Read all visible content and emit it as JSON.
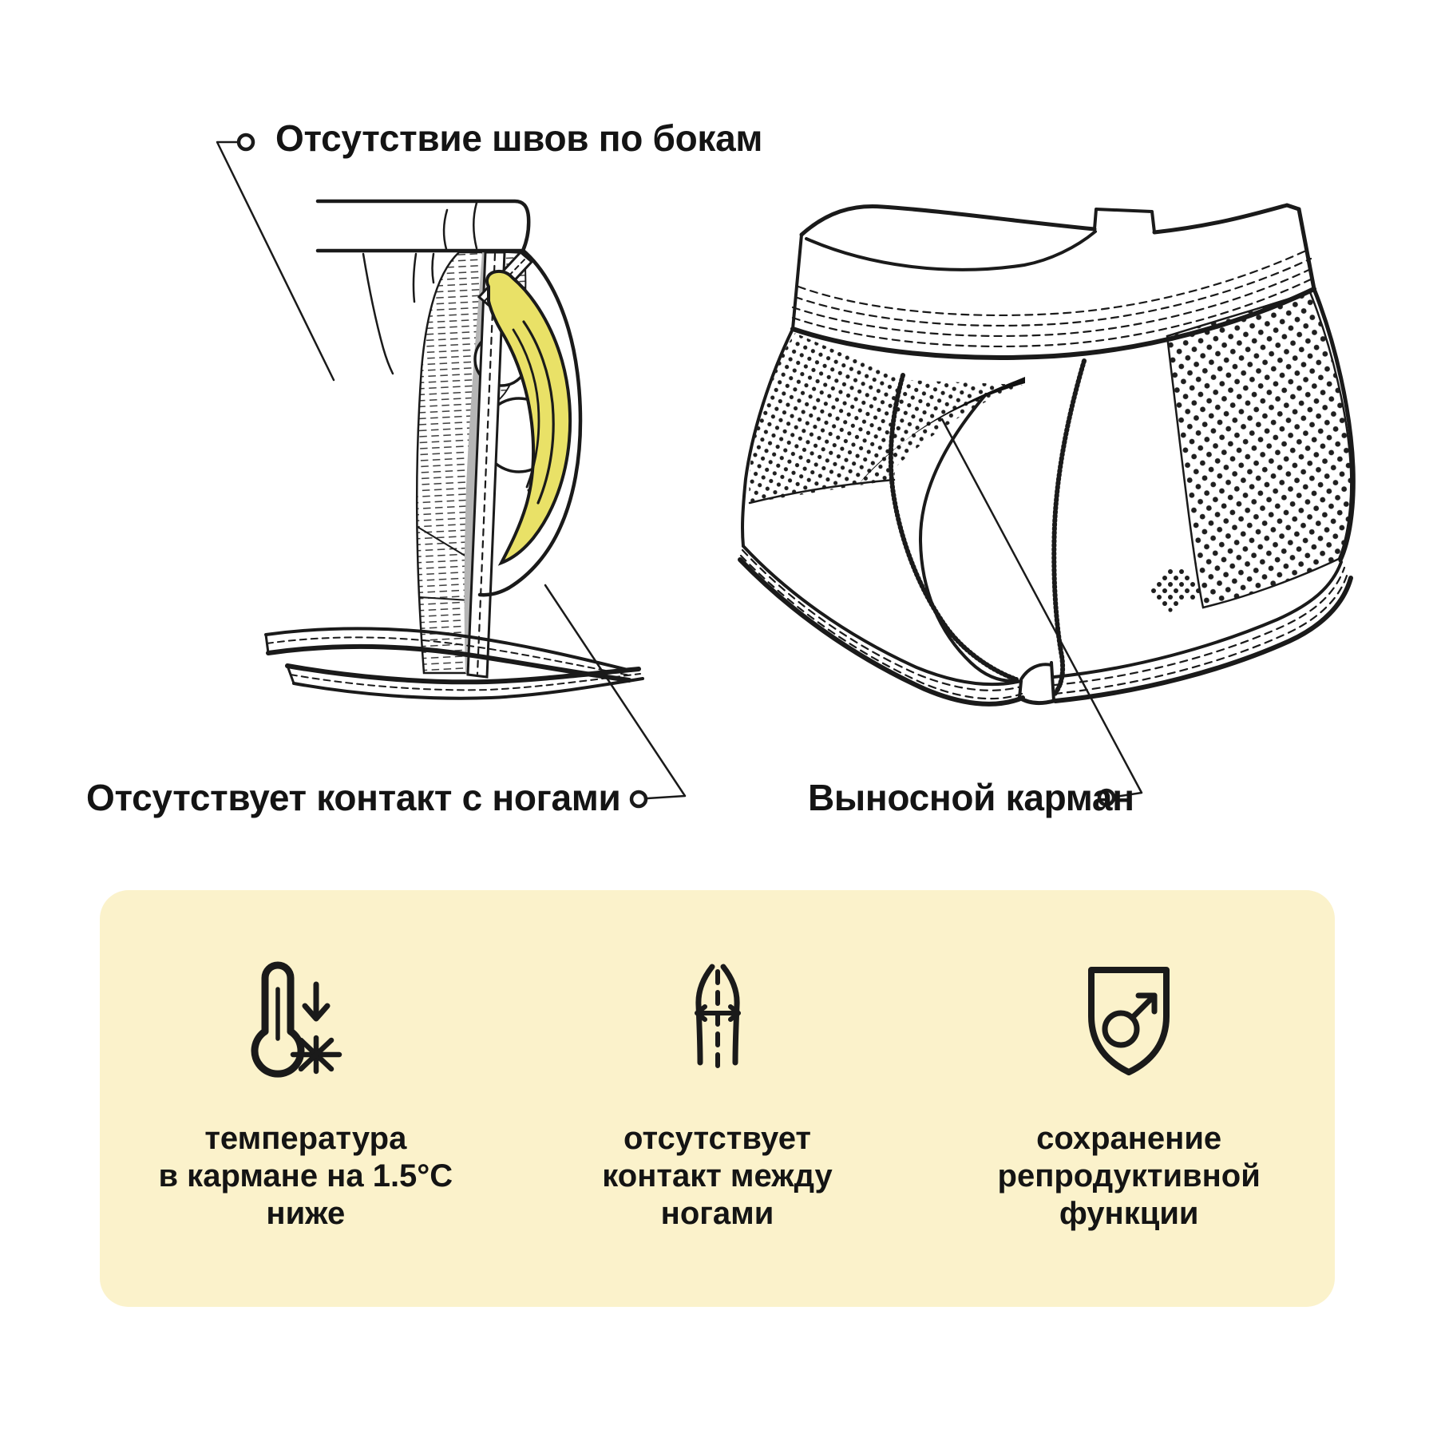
{
  "labels": {
    "no_side_seams": "Отсутствие швов по бокам",
    "no_leg_contact": "Отсутствует контакт с ногами",
    "external_pocket": "Выносной карман"
  },
  "features": [
    {
      "icon": "thermometer-down-icon",
      "lines": [
        "температура",
        "в кармане на 1.5°C",
        "ниже"
      ]
    },
    {
      "icon": "legs-gap-icon",
      "lines": [
        "отсутствует",
        "контакт между",
        "ногами"
      ]
    },
    {
      "icon": "shield-male-icon",
      "lines": [
        "сохранение",
        "репродуктивной",
        "функции"
      ]
    }
  ],
  "colors": {
    "panel_bg": "#FBF2CB",
    "banana": "#E9E167",
    "shadow_gray": "#B5B5B5",
    "line": "#1A1A1A",
    "text": "#141414"
  }
}
